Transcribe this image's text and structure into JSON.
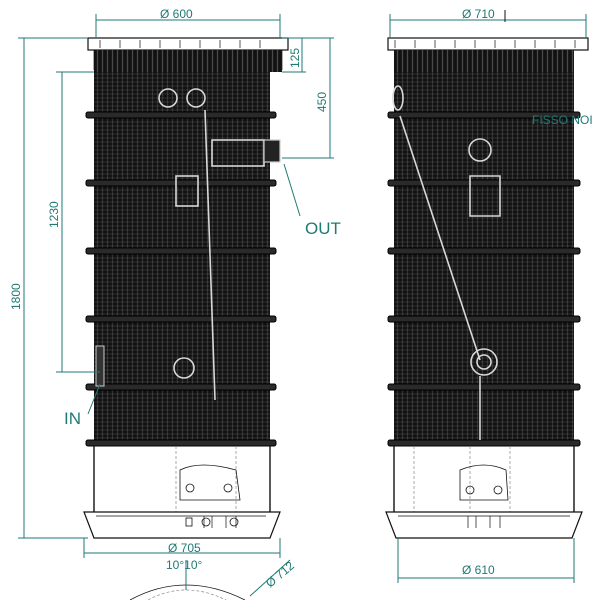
{
  "dimensions": {
    "left_top_diameter": "Ø 600",
    "right_top_diameter": "Ø 710",
    "dim_125": "125",
    "dim_450": "450",
    "dim_1230": "1230",
    "dim_1800": "1800",
    "left_bottom_diameter": "Ø 705",
    "angle_label": "10°10°",
    "diag_diameter": "Ø 712",
    "right_bottom_diameter": "Ø 610"
  },
  "labels": {
    "out": "OUT",
    "in": "IN",
    "cut_text": "FISSO NOI"
  }
}
